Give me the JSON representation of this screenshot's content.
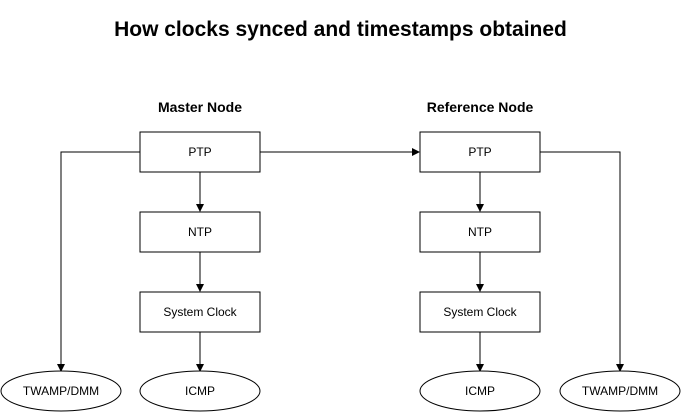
{
  "title": "How clocks synced and timestamps obtained",
  "master": {
    "heading": "Master Node",
    "ptp": "PTP",
    "ntp": "NTP",
    "system_clock": "System Clock",
    "icmp": "ICMP",
    "twamp": "TWAMP/DMM"
  },
  "reference": {
    "heading": "Reference Node",
    "ptp": "PTP",
    "ntp": "NTP",
    "system_clock": "System Clock",
    "icmp": "ICMP",
    "twamp": "TWAMP/DMM"
  },
  "colors": {
    "stroke": "#000000",
    "fill": "#ffffff"
  }
}
